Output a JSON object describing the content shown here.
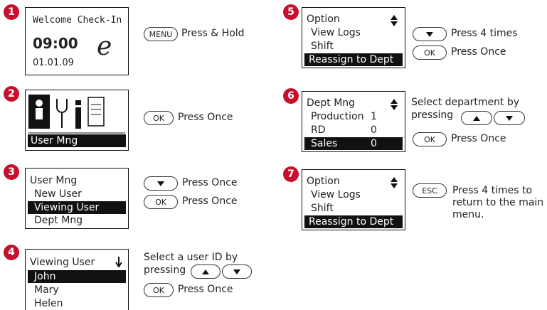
{
  "steps": [
    "1",
    "2",
    "3",
    "4",
    "5",
    "6",
    "7"
  ],
  "accent": "#c8102e",
  "s1": {
    "title": "Welcome Check-In",
    "time": "09:00",
    "date": "01.01.09",
    "logo": "e",
    "button": "MENU",
    "instr": "Press & Hold"
  },
  "s2": {
    "selected": "User Mng",
    "button": "OK",
    "instr": "Press Once",
    "icons": [
      "user-icon",
      "tools-icon",
      "info-icon",
      "document-icon"
    ]
  },
  "s3": {
    "title": "User Mng",
    "items": [
      "New User",
      "Viewing User",
      "Dept Mng"
    ],
    "selected_index": 1,
    "b1": "Press Once",
    "b2_label": "OK",
    "b2": "Press Once"
  },
  "s4": {
    "title": "Viewing User",
    "items": [
      "John",
      "Mary",
      "Helen"
    ],
    "selected_index": 0,
    "instr1": "Select a user ID by",
    "instr2": "pressing",
    "btn_label": "OK",
    "instr3": "Press Once"
  },
  "s5": {
    "title": "Option",
    "items": [
      "View Logs",
      "Shift",
      "Reassign to Dept"
    ],
    "selected_index": 2,
    "b1": "Press 4 times",
    "b2_label": "OK",
    "b2": "Press Once"
  },
  "s6": {
    "title": "Dept Mng",
    "items": [
      {
        "name": "Production",
        "v": "1"
      },
      {
        "name": "RD",
        "v": "0"
      },
      {
        "name": "Sales",
        "v": "0"
      }
    ],
    "selected_index": 2,
    "instr1": "Select department by",
    "instr2": "pressing",
    "btn_label": "OK",
    "instr3": "Press Once"
  },
  "s7": {
    "title": "Option",
    "items": [
      "View Logs",
      "Shift",
      "Reassign to Dept"
    ],
    "selected_index": 2,
    "btn_label": "ESC",
    "instr_l1": "Press 4 times to",
    "instr_l2": "return to the main",
    "instr_l3": "menu."
  }
}
